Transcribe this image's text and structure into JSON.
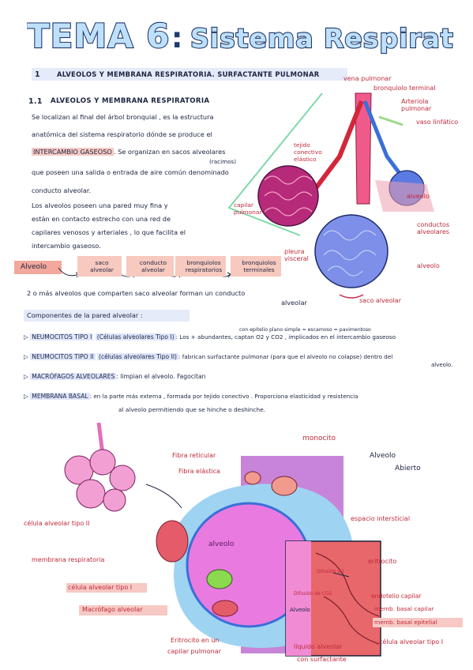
{
  "title": {
    "part1": "TEMA 6",
    "colon": ":",
    "part2": "Sistema Respiratorio"
  },
  "section1": {
    "num": "1",
    "heading": "ALVEOLOS Y MEMBRANA RESPIRATORIA. SURFACTANTE PULMONAR"
  },
  "section11": {
    "num": "1.1",
    "heading": "ALVEOLOS Y MEMBRANA RESPIRATORIA"
  },
  "paragraph1": {
    "line1": "Se localizan al final del árbol bronquial , es la estructura",
    "line2": "anatómica del sistema respiratorio dónde se produce el",
    "highlight": "INTERCAMBIO GASEOSO",
    "line3_rest": ". Se organizan en sacos alveolares",
    "note": "(racimos)",
    "line4": "que poseen una salida o entrada de aire común denominado",
    "line5": "conducto alveolar."
  },
  "paragraph2": {
    "line1": "Los alveolos poseen una pared muy fina y",
    "line2": "están en contacto estrecho con una red de",
    "line3": "capilares venosos y arteriales , lo que facilita el",
    "line4": "intercambio gaseoso."
  },
  "flow": {
    "alveolo": "Alveolo",
    "saco_line1": "saco",
    "saco_line2": "alveolar",
    "conducto_line1": "conducto",
    "conducto_line2": "alveolar",
    "resp_line1": "bronquiolos",
    "resp_line2": "respiratorios",
    "term_line1": "bronquiolos",
    "term_line2": "terminales"
  },
  "paragraph3": {
    "line1": "2 o más alveolos que comparten saco alveolar forman un conducto",
    "line2": "alveolar"
  },
  "components": {
    "heading": "Componentes de la pared alveolar :",
    "note": "con epitelio plano simple = escamoso = pavimentoso",
    "items": [
      {
        "label": "NEUMOCITOS TIPO I",
        "paren": "(Células alveolares Tipo I)",
        "text": ": Los + abundantes, captan O2 y CO2 , implicados en el intercambio gaseoso"
      },
      {
        "label": "NEUMOCITOS TIPO II",
        "paren": "(células alveolares Tipo II)",
        "text": ": fabrican surfactante pulmonar (para que el alveolo no colapse) dentro del",
        "text2": "alveolo."
      },
      {
        "label": "MACRÓFAGOS ALVEOLARES",
        "paren": "",
        "text": ": limpian el alveolo. Fagocitan"
      },
      {
        "label": "MEMBRANA BASAL",
        "paren": "",
        "text": ": en la parte más externa , formada por tejido conectivo . Proporciona elasticidad y resistencia",
        "text2": "al alveolo permitiendo que se hinche o deshinche."
      }
    ]
  },
  "diagram1_labels": {
    "vena": "vena pulmonar",
    "bronquiolo": "bronquiolo terminal",
    "arteriola": "Arteriola pulmonar",
    "vaso": "vaso linfático",
    "tejido": "tejido conectivo elástico",
    "capilar": "capilar pulmonar",
    "alveolo_a": "alveolo",
    "conductos": "conductos alveolares",
    "alveolo_b": "alveolo",
    "pleura": "pleura visceral",
    "saco": "saco alveolar"
  },
  "diagram2_labels": {
    "monocito": "monocito",
    "alveolo_abierto_1": "Alveolo",
    "alveolo_abierto_2": "Abierto",
    "fibra_reticular": "Fibra reticular",
    "fibra_elastica": "Fibra elástica",
    "espacio": "espacio intersticial",
    "celula_ii": "célula alveolar tipo II",
    "alveolo_center": "alveolo",
    "membrana": "membrana respiratoria",
    "eritrocito": "eritrocito",
    "celula_i": "célula alveolar tipo I",
    "macrofago": "Macrófago alveolar",
    "alveolo_box": "Alveolo",
    "endotelio": "endotelio capilar",
    "memb_capilar": "memb. basal capilar",
    "memb_epitelial": "memb. basal epitelial",
    "eritrocito_capilar_1": "Eritrocito en un",
    "eritrocito_capilar_2": "capilar pulmonar",
    "liquido_1": "líquido alveolar",
    "liquido_2": "con surfactante",
    "celula_i_b": "célula alveolar tipo I",
    "difusion_o2": "Difusión O2",
    "difusion_co2": "Difusión de CO2"
  }
}
